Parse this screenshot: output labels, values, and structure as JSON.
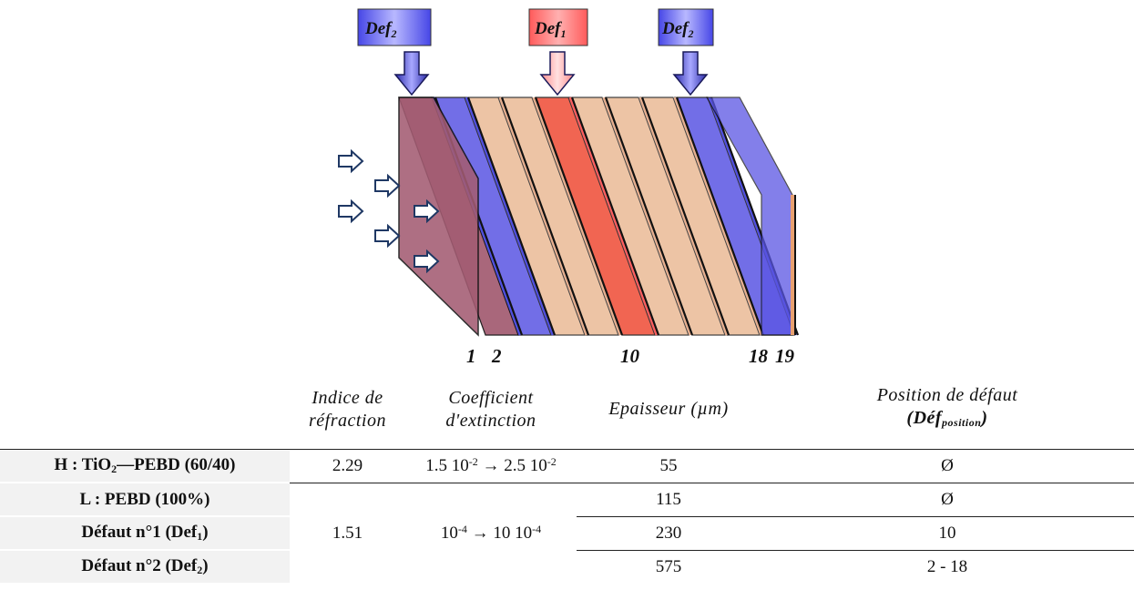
{
  "figure": {
    "defect_labels": [
      {
        "text": "Def",
        "sub": "2",
        "kind": "Def2"
      },
      {
        "text": "Def",
        "sub": "1",
        "kind": "Def1"
      },
      {
        "text": "Def",
        "sub": "2",
        "kind": "Def2"
      }
    ],
    "layer_numbers": [
      "1",
      "2",
      "10",
      "18",
      "19"
    ],
    "colors": {
      "def1": "#ef4b35",
      "def2": "#5a55e3",
      "high_index": "#e8b48c",
      "low_index": "#d8dde0",
      "front_face": "#a35c72",
      "arrow_fill": "#ffffff",
      "arrow_stroke": "#1f3864"
    }
  },
  "table": {
    "headers": {
      "refractive_index": [
        "Indice de",
        "réfraction"
      ],
      "extinction": [
        "Coefficient",
        "d'extinction"
      ],
      "thickness": "Epaisseur (µm)",
      "position": [
        "Position de défaut",
        "(Déf",
        "position",
        ")"
      ]
    },
    "rows": {
      "h": {
        "name_a": "H : TiO",
        "name_sub": "2",
        "name_b": "—PEBD (60/40)",
        "index": "2.29",
        "ext_a": "1.5 10",
        "ext_sup_a": "-2",
        "ext_arrow": " → ",
        "ext_b": "2.5 10",
        "ext_sup_b": "-2",
        "thickness": "55",
        "position": "Ø"
      },
      "l": {
        "name": "L : PEBD (100%)",
        "thickness": "115",
        "position": "Ø"
      },
      "d1": {
        "name_a": "Défaut n°1 (Def",
        "name_sub": "1",
        "name_b": ")",
        "thickness": "230",
        "position": "10"
      },
      "d2": {
        "name_a": "Défaut n°2 (Def",
        "name_sub": "2",
        "name_b": ")",
        "thickness": "575",
        "position": "2 - 18"
      }
    },
    "merged": {
      "index": "1.51",
      "ext_a": "10",
      "ext_sup_a": "-4",
      "ext_arrow": " → ",
      "ext_b": "10 10",
      "ext_sup_b": "-4"
    }
  }
}
